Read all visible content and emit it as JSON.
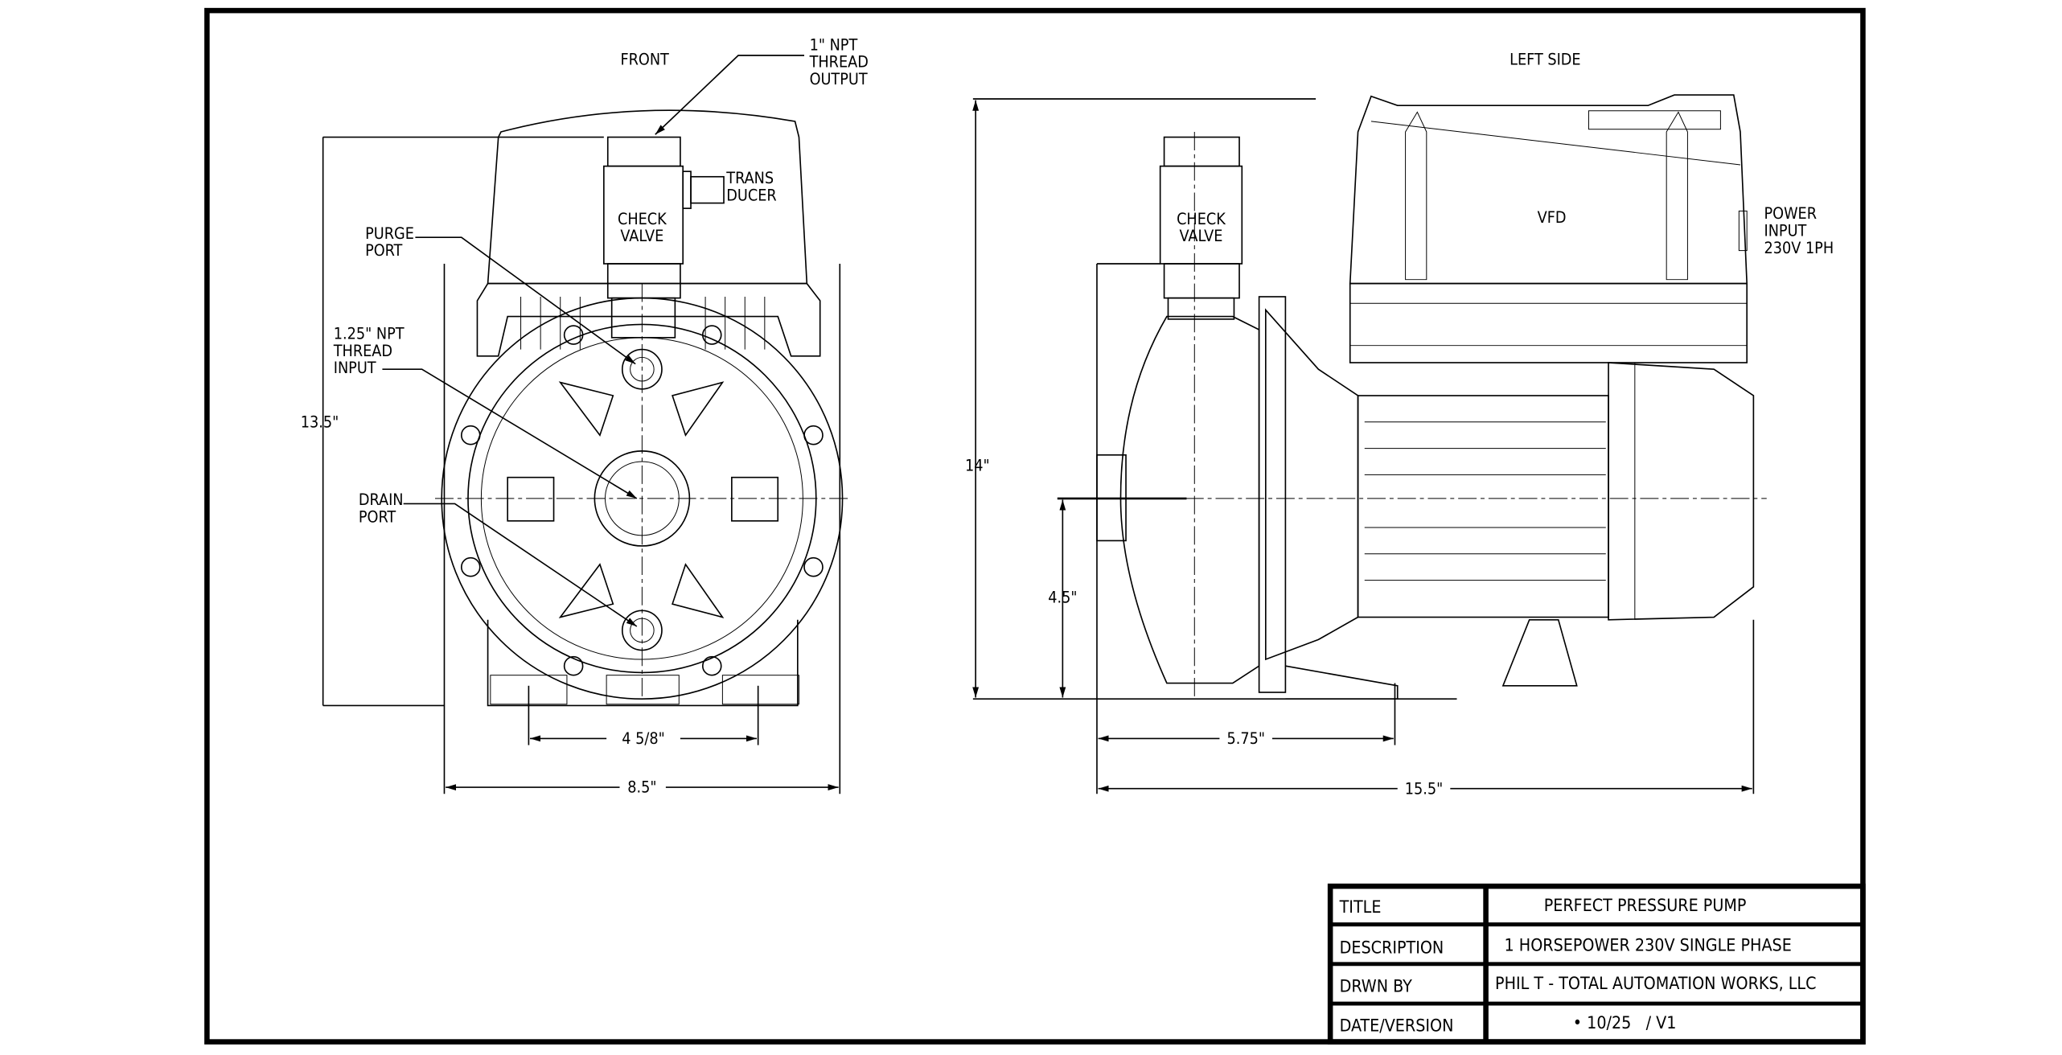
{
  "front_view": {
    "title": "FRONT",
    "labels": {
      "output_line1": "1\" NPT",
      "output_line2": "THREAD",
      "output_line3": "OUTPUT",
      "transducer_line1": "TRANS",
      "transducer_line2": "DUCER",
      "check_valve_line1": "CHECK",
      "check_valve_line2": "VALVE",
      "purge_line1": "PURGE",
      "purge_line2": "PORT",
      "input_line1": "1.25\" NPT",
      "input_line2": "THREAD",
      "input_line3": "INPUT",
      "drain_line1": "DRAIN",
      "drain_line2": "PORT"
    },
    "dimensions": {
      "height": "13.5\"",
      "width": "8.5\"",
      "foot_spacing": "4 5/8\""
    }
  },
  "side_view": {
    "title": "LEFT SIDE",
    "labels": {
      "check_valve_line1": "CHECK",
      "check_valve_line2": "VALVE",
      "vfd": "VFD",
      "power_line1": "POWER",
      "power_line2": "INPUT",
      "power_line3": "230V 1PH"
    },
    "dimensions": {
      "height": "14\"",
      "inlet_height": "4.5\"",
      "pump_length": "5.75\"",
      "length": "15.5\""
    }
  },
  "title_block": {
    "rows": [
      {
        "label": "TITLE",
        "value": "PERFECT PRESSURE PUMP"
      },
      {
        "label": "DESCRIPTION",
        "value": "1 HORSEPOWER 230V SINGLE PHASE"
      },
      {
        "label": "DRWN BY",
        "value": "PHIL T - TOTAL AUTOMATION WORKS, LLC"
      },
      {
        "label": "DATE/VERSION",
        "value": "• 10/25   / V1"
      }
    ]
  }
}
